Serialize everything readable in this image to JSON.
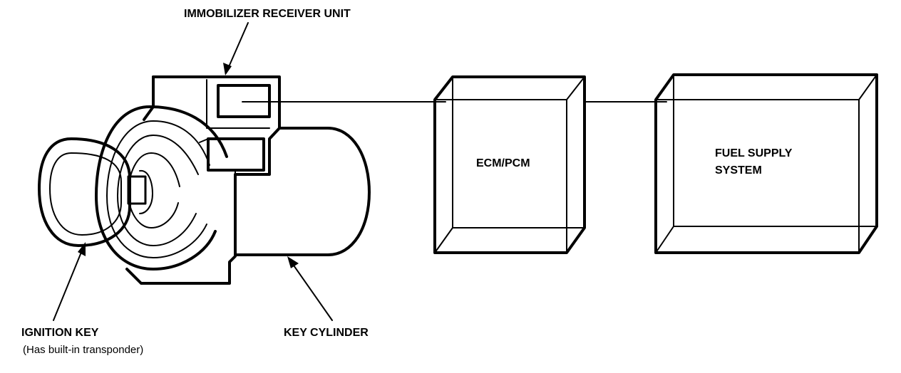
{
  "labels": {
    "receiver": "IMMOBILIZER RECEIVER UNIT",
    "ecm": "ECM/PCM",
    "fuel_line1": "FUEL SUPPLY",
    "fuel_line2": "SYSTEM",
    "key": "IGNITION KEY",
    "key_sub": "(Has built-in transponder)",
    "cylinder": "KEY CYLINDER"
  },
  "colors": {
    "ink": "#000000",
    "paper": "#ffffff"
  }
}
